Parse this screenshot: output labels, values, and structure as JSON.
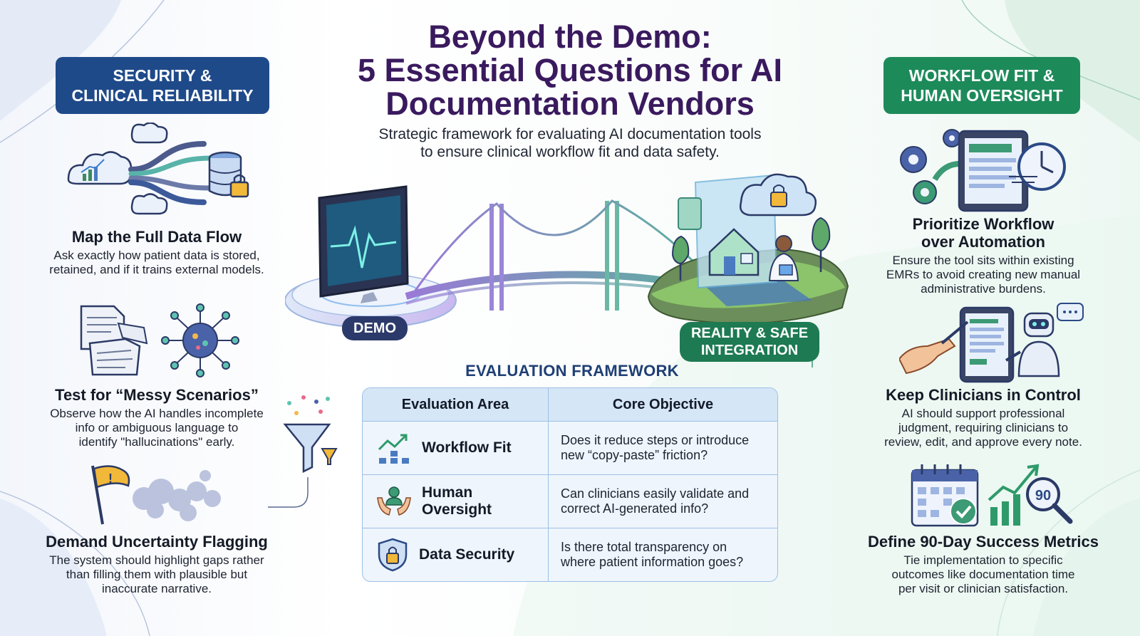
{
  "title": {
    "line1": "Beyond the Demo:",
    "line2": "5 Essential Questions for AI",
    "line3": "Documentation Vendors"
  },
  "subtitle": {
    "line1": "Strategic framework for evaluating AI documentation tools",
    "line2": "to ensure clinical workflow fit and data safety."
  },
  "left_column": {
    "category": {
      "line1": "SECURITY &",
      "line2": "CLINICAL RELIABILITY"
    },
    "items": [
      {
        "title": "Map the Full Data Flow",
        "desc1": "Ask exactly how patient data is stored,",
        "desc2": "retained, and if it trains external models.",
        "desc3": ""
      },
      {
        "title": "Test for “Messy Scenarios”",
        "desc1": "Observe how the AI handles incomplete",
        "desc2": "info or ambiguous language to",
        "desc3": "identify \"hallucinations\" early."
      },
      {
        "title": "Demand Uncertainty Flagging",
        "desc1": "The system should highlight gaps rather",
        "desc2": "than filling them with plausible but",
        "desc3": "inaccurate narrative."
      }
    ]
  },
  "right_column": {
    "category": {
      "line1": "WORKFLOW FIT &",
      "line2": "HUMAN OVERSIGHT"
    },
    "items": [
      {
        "title1": "Prioritize Workflow",
        "title2": "over Automation",
        "desc1": "Ensure the tool sits within existing",
        "desc2": "EMRs to avoid creating new manual",
        "desc3": "administrative burdens."
      },
      {
        "title1": "Keep Clinicians in Control",
        "title2": "",
        "desc1": "AI should support professional",
        "desc2": "judgment, requiring clinicians to",
        "desc3": "review, edit, and approve every note."
      },
      {
        "title1": "Define 90-Day Success Metrics",
        "title2": "",
        "desc1": "Tie implementation to specific",
        "desc2": "outcomes like documentation time",
        "desc3": "per visit or clinician satisfaction."
      }
    ]
  },
  "bridge": {
    "demo_label": "DEMO",
    "reality_label_line1": "REALITY & SAFE",
    "reality_label_line2": "INTEGRATION"
  },
  "metric_badge": "90",
  "framework": {
    "label": "EVALUATION FRAMEWORK",
    "headers": [
      "Evaluation Area",
      "Core Objective"
    ],
    "rows": [
      {
        "area1": "Workflow Fit",
        "area2": "",
        "obj1": "Does it reduce steps or introduce",
        "obj2": "new “copy-paste” friction?"
      },
      {
        "area1": "Human",
        "area2": "Oversight",
        "obj1": "Can clinicians easily validate and",
        "obj2": "correct AI-generated info?"
      },
      {
        "area1": "Data Security",
        "area2": "",
        "obj1": "Is there total transparency on",
        "obj2": "where patient information goes?"
      }
    ]
  },
  "colors": {
    "title": "#3a1a5e",
    "left_category": "#1f4a8a",
    "right_category": "#1d8a5a",
    "demo_badge": "#2c3a6b",
    "reality_badge": "#1d7a52"
  }
}
